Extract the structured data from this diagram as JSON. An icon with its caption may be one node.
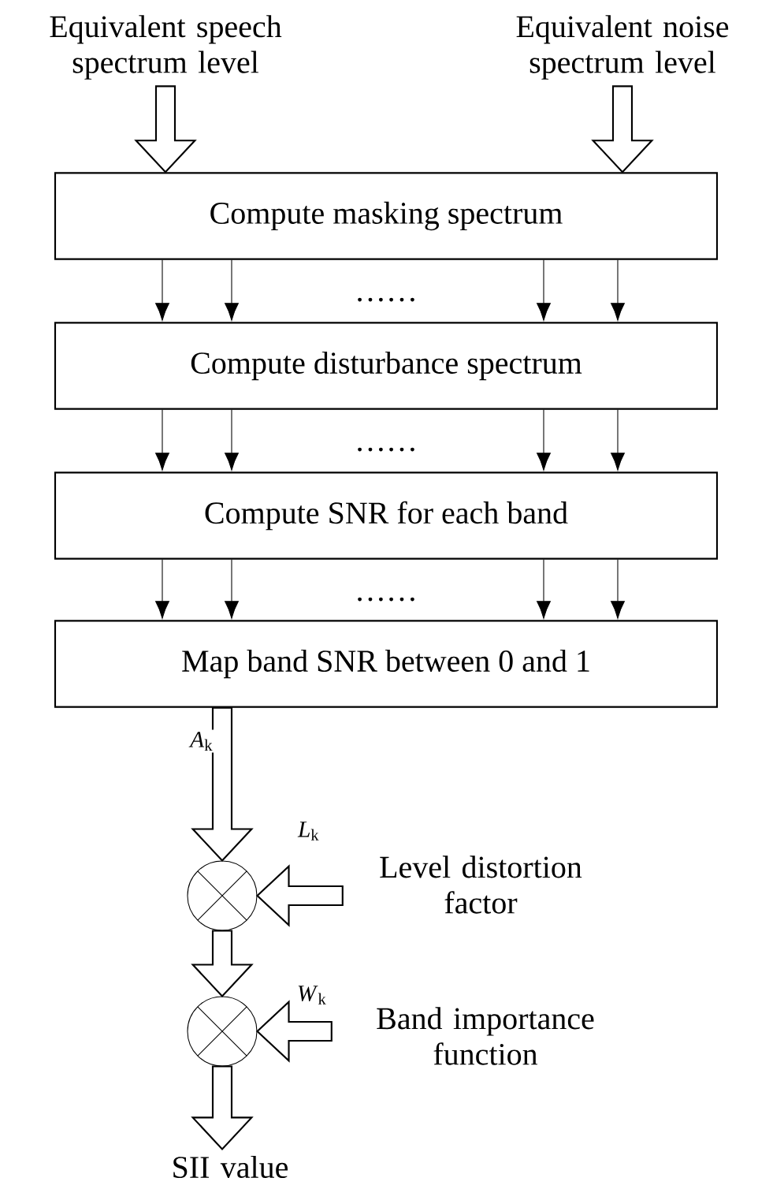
{
  "diagram": {
    "nodes": [
      {
        "text": [
          "Equivalent speech spectrum level"
        ]
      },
      {
        "text": [
          "Equivalent noise spectrum level"
        ]
      },
      {
        "text": [
          "Compute masking spectrum"
        ]
      },
      {
        "text": [
          "Compute disturbance spectrum"
        ]
      },
      {
        "text": [
          "Compute SNR for each band"
        ]
      },
      {
        "text": [
          "Map band SNR between 0 and 1"
        ]
      },
      {
        "text": [],
        "shape": "circle"
      },
      {
        "text": [
          "Level distortion factor"
        ]
      },
      {
        "text": [],
        "shape": "circle"
      },
      {
        "text": [
          "Band importance function"
        ]
      },
      {
        "text": [
          "SII value"
        ]
      }
    ],
    "edges": [
      {
        "from": 0,
        "to": 2,
        "arrow": "to",
        "style": "thick"
      },
      {
        "from": 1,
        "to": 2,
        "arrow": "to",
        "style": "thick"
      },
      {
        "from": 2,
        "to": 3,
        "arrow": "to"
      },
      {
        "from": 2,
        "to": 3,
        "arrow": "to"
      },
      {
        "from": 2,
        "to": 3,
        "arrow": "to"
      },
      {
        "from": 2,
        "to": 3,
        "arrow": "to"
      },
      {
        "from": 3,
        "to": 4,
        "arrow": "to"
      },
      {
        "from": 3,
        "to": 4,
        "arrow": "to"
      },
      {
        "from": 3,
        "to": 4,
        "arrow": "to"
      },
      {
        "from": 3,
        "to": 4,
        "arrow": "to"
      },
      {
        "from": 4,
        "to": 5,
        "arrow": "to"
      },
      {
        "from": 4,
        "to": 5,
        "arrow": "to"
      },
      {
        "from": 4,
        "to": 5,
        "arrow": "to"
      },
      {
        "from": 4,
        "to": 5,
        "arrow": "to"
      },
      {
        "from": 5,
        "to": 6,
        "arrow": "to",
        "style": "thick",
        "label": "*A*$_{k}$"
      },
      {
        "from": 7,
        "to": 6,
        "arrow": "to",
        "style": "thick",
        "label": "*L*$_{k}$"
      },
      {
        "from": 6,
        "to": 8,
        "arrow": "to",
        "style": "thick"
      },
      {
        "from": 9,
        "to": 8,
        "arrow": "to",
        "style": "thick",
        "label": "*W*$_{k}$"
      },
      {
        "from": 8,
        "to": 10,
        "arrow": "to",
        "style": "thick"
      }
    ],
    "labels": [
      "……",
      "……",
      "……"
    ]
  }
}
